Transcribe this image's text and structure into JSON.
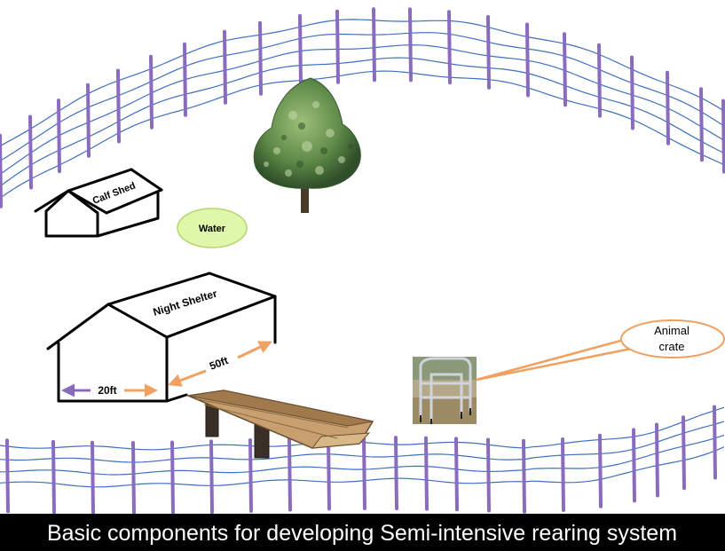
{
  "labels": {
    "calf_shed": "Calf Shed",
    "water": "Water",
    "night_shelter": "Night Shelter",
    "width": "20ft",
    "length": "50ft",
    "crate_line1": "Animal",
    "crate_line2": "crate"
  },
  "caption": "Basic components for developing Semi-intensive rearing system",
  "colors": {
    "fence_wire": "#3f6fbf",
    "fence_post": "#8a6cbf",
    "water_fill": "#dff7a8",
    "arrow_width": "#8a6cbf",
    "arrow_length": "#f0a060",
    "callout": "#f0a060",
    "caption_bg": "#000000",
    "caption_text": "#ffffff"
  }
}
